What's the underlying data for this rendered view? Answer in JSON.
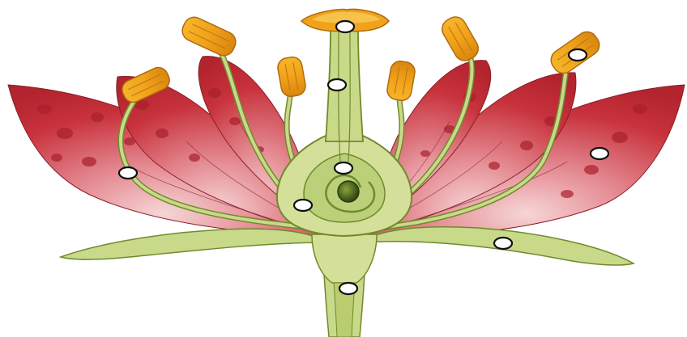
{
  "diagram": {
    "subject": "flower-longitudinal-section",
    "colors": {
      "petal": "#c8323c",
      "petal_light": "#f2c6c6",
      "petal_spot": "#a8202c",
      "green": "#c9d98a",
      "green_dark": "#6f8a2c",
      "anther": "#f0a21a",
      "anther_dark": "#b06a10",
      "ovule": "#3f5a14"
    },
    "markers": [
      {
        "id": "stigma-marker"
      },
      {
        "id": "style-marker"
      },
      {
        "id": "anther-marker"
      },
      {
        "id": "petal-marker"
      },
      {
        "id": "filament-marker"
      },
      {
        "id": "ovule-marker"
      },
      {
        "id": "ovary-marker"
      },
      {
        "id": "sepal-marker"
      },
      {
        "id": "receptacle-marker"
      }
    ]
  }
}
